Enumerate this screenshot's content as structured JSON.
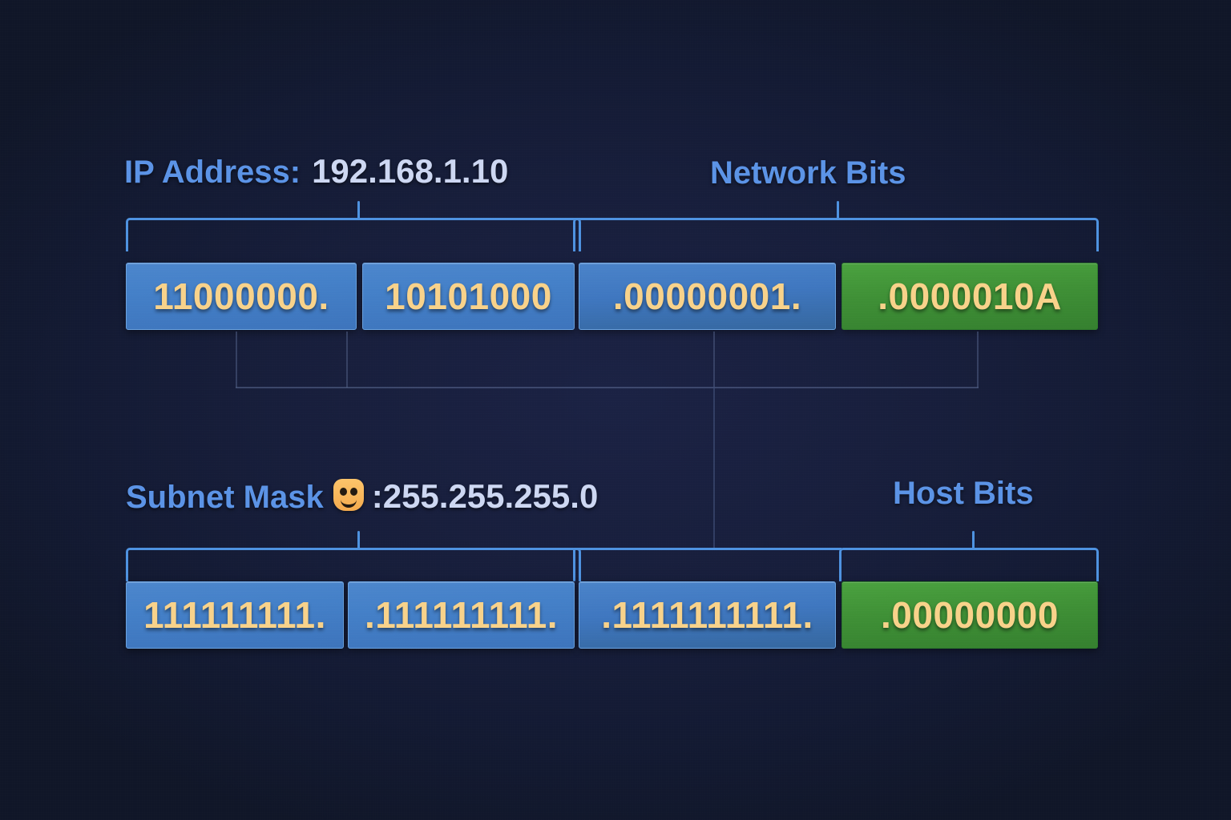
{
  "diagram": {
    "title_ip": {
      "key": "IP Address:",
      "value": "192.168.1.10"
    },
    "title_mask": {
      "key": "Subnet Mask",
      "emoji": "smiley-face-emoji",
      "value": ":255.255.255.0"
    },
    "labels": {
      "network_bits": "Network Bits",
      "host_bits": "Host Bits"
    },
    "ip_octets": [
      {
        "text": "11000000.",
        "kind": "network",
        "color": "#4480c8"
      },
      {
        "text": "10101000",
        "kind": "network",
        "color": "#4480c8"
      },
      {
        "text": ".00000001.",
        "kind": "network",
        "color": "#3f77c0"
      },
      {
        "text": ".0000010A",
        "kind": "host",
        "color": "#3f9036"
      }
    ],
    "mask_octets": [
      {
        "text": "111111111.",
        "kind": "network",
        "color": "#4480c8"
      },
      {
        "text": ".111111111.",
        "kind": "network",
        "color": "#4480c8"
      },
      {
        "text": ".1111111111.",
        "kind": "network",
        "color": "#3f77c0"
      },
      {
        "text": ".00000000",
        "kind": "host",
        "color": "#3f9036"
      }
    ],
    "colors": {
      "background": "#161f3d",
      "network_blue": "#4480c8",
      "host_green": "#3f9036",
      "bracket_blue": "#4e92e0",
      "label_blue": "#5b93e6",
      "value_text": "#cdd7f2",
      "bit_text": "#f8d28a"
    }
  }
}
